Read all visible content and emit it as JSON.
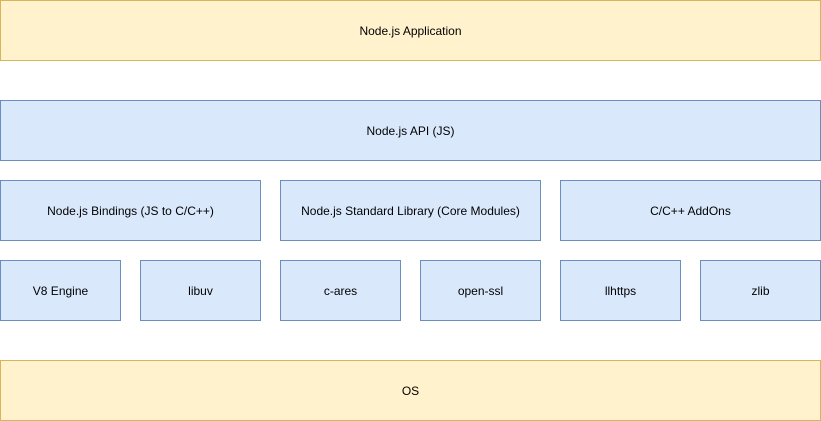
{
  "layers": {
    "application": "Node.js Application",
    "api": "Node.js API (JS)",
    "bindings": "Node.js Bindings (JS to C/C++)",
    "stdlib": "Node.js Standard Library (Core Modules)",
    "addons": "C/C++ AddOns",
    "v8": "V8 Engine",
    "libuv": "libuv",
    "cares": "c-ares",
    "openssl": "open-ssl",
    "llhttps": "llhttps",
    "zlib": "zlib",
    "os": "OS"
  },
  "colors": {
    "yellow_fill": "#fff2cc",
    "yellow_stroke": "#d6b656",
    "blue_fill": "#dae8fc",
    "blue_stroke": "#6c8ebf"
  }
}
